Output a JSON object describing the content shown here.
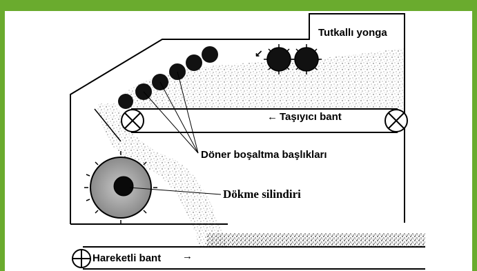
{
  "figure": {
    "accent_color": "#6aab2e",
    "labels": {
      "tutkalli_yonga": "Tutkallı yonga",
      "tasiyici_bant": "Taşıyıcı bant",
      "doner_bosaltma_basliklari": "Döner boşaltma başlıkları",
      "dokme_silindiri": "Dökme silindiri",
      "hareketli_bant": "Hareketli bant"
    },
    "arrows": {
      "tasiyici_bant": "←",
      "hareketli_bant": "→",
      "feed": "↙"
    }
  }
}
